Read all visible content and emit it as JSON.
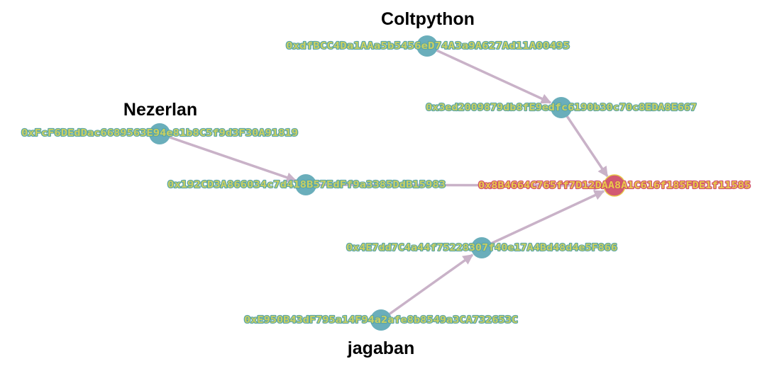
{
  "groups": {
    "coltpython": "Coltpython",
    "nezerlan": "Nezerlan",
    "jagaban": "jagaban"
  },
  "nodes": {
    "n1": "0xdfBCC4Da1AAa5b5456eD74A3a9A627Ad11A00495",
    "n2": "0x3ed2009879db8fE9edfc6190b30c70c8EDA8E667",
    "n3": "0xFcF6DEdDac6689563E94e81b8C5f9d3F30A91819",
    "n4": "0x192CD3A866034c7d418B57EdFf9a3385DdB15983",
    "target": "0x8B4664C765ff7D12DAA8A1C616f185FDE1f11585",
    "n5": "0x4E7dd7C4a44f75228307f40e17A4Bd48d4e5F866",
    "n6": "0xE950B43dF795a14F94a2afe8b8549a3CA732653C"
  },
  "colors": {
    "node": "#6aaebb",
    "target_node": "#d25a72",
    "edge": "#c9b2c8",
    "label_fill": "#c9cf60",
    "label_outline": "#5aa6a6"
  }
}
